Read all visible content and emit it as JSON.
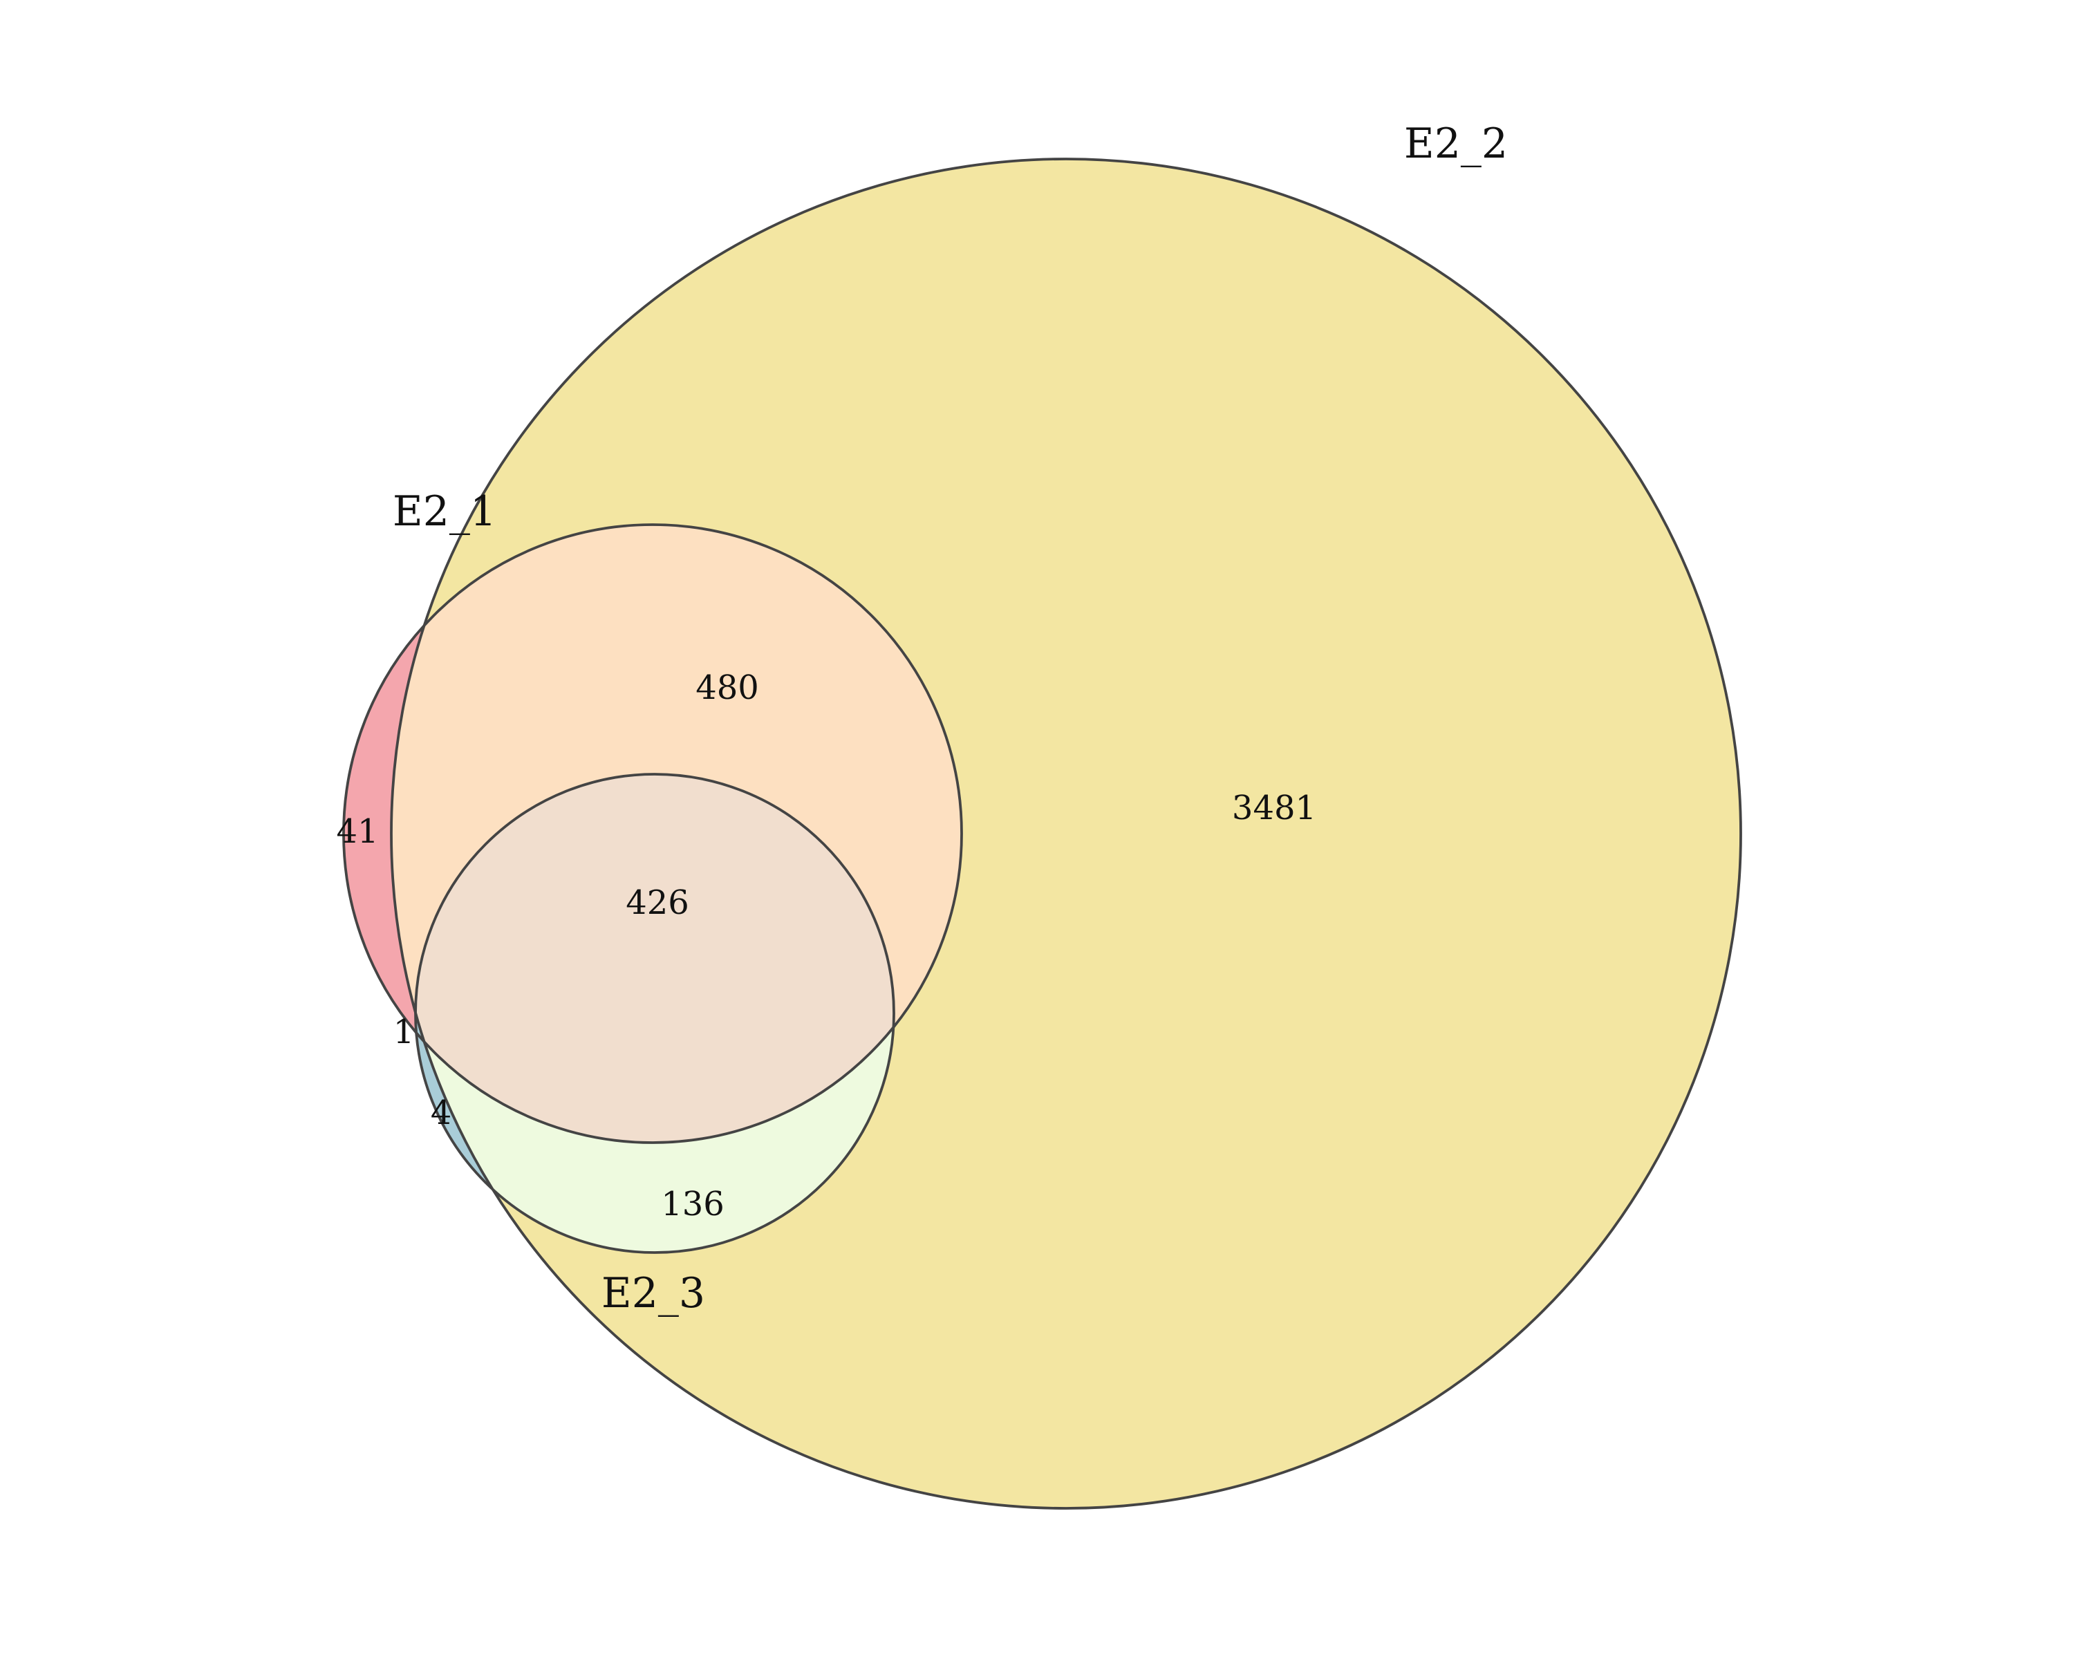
{
  "diagram": {
    "type": "venn",
    "sets": [
      {
        "id": "e2_1",
        "name": "E2_1",
        "color": "#f4a6ad"
      },
      {
        "id": "e2_2",
        "name": "E2_2",
        "color": "#f3e6a2"
      },
      {
        "id": "e2_3",
        "name": "E2_3",
        "color": "#a9cdd8"
      }
    ],
    "region_colors": {
      "e2_1_and_e2_2": "#fde0c1",
      "e2_2_and_e2_3": "#eefadf",
      "all_three": "#f1dece"
    },
    "regions": [
      {
        "sets": [
          "E2_1"
        ],
        "count": "41"
      },
      {
        "sets": [
          "E2_2"
        ],
        "count": "3481"
      },
      {
        "sets": [
          "E2_3"
        ],
        "count": "4"
      },
      {
        "sets": [
          "E2_1",
          "E2_2"
        ],
        "count": "480"
      },
      {
        "sets": [
          "E2_1",
          "E2_3"
        ],
        "count": "1"
      },
      {
        "sets": [
          "E2_2",
          "E2_3"
        ],
        "count": "136"
      },
      {
        "sets": [
          "E2_1",
          "E2_2",
          "E2_3"
        ],
        "count": "426"
      }
    ]
  }
}
